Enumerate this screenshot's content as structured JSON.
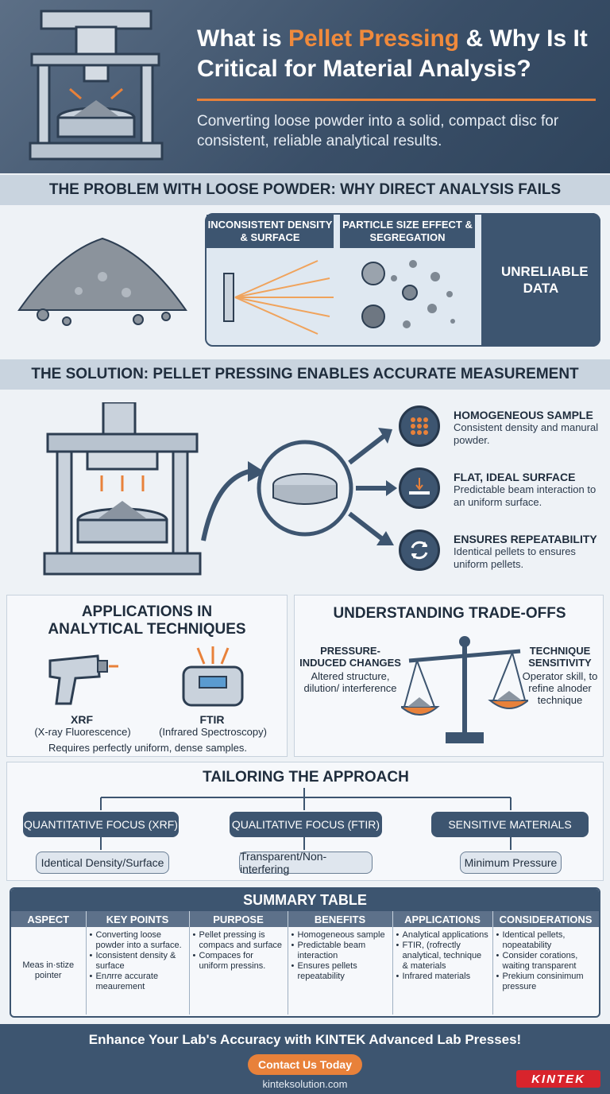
{
  "header": {
    "title_pre": "What is ",
    "title_highlight": "Pellet Pressing",
    "title_post": " & Why Is It Critical for Material Analysis?",
    "subtitle": "Converting loose powder into a solid, compact disc for consistent, reliable analytical results."
  },
  "problem": {
    "heading": "THE PROBLEM WITH LOOSE POWDER: WHY DIRECT ANALYSIS FAILS",
    "box1": "INCONSISTENT DENSITY & SURFACE",
    "box2": "PARTICLE SIZE EFFECT & SEGREGATION",
    "result": "UNRELIABLE DATA"
  },
  "solution": {
    "heading": "THE SOLUTION: PELLET PRESSING ENABLES ACCURATE MEASUREMENT",
    "features": [
      {
        "title": "HOMOGENEOUS SAMPLE",
        "desc": "Consistent density and manural powder."
      },
      {
        "title": "FLAT, IDEAL SURFACE",
        "desc": "Predictable beam interaction to an uniform surface."
      },
      {
        "title": "ENSURES REPEATABILITY",
        "desc": "Identical pellets to ensures uniform pellets."
      }
    ]
  },
  "applications": {
    "heading": "APPLICATIONS IN ANALYTICAL TECHNIQUES",
    "xrf_name": "XRF",
    "xrf_full": "(X-ray Fluorescence)",
    "ftir_name": "FTIR",
    "ftir_full": "(Infrared Spectroscopy)",
    "note": "Requires perfectly uniform, dense samples."
  },
  "tradeoffs": {
    "heading": "UNDERSTANDING TRADE-OFFS",
    "left_title": "PRESSURE-INDUCED CHANGES",
    "left_desc": "Altered structure, dilution/ interference",
    "right_title": "TECHNIQUE SENSITIVITY",
    "right_desc": "Operator skill, to refine alnoder technique"
  },
  "tailoring": {
    "heading": "TAILORING THE APPROACH",
    "branches": [
      {
        "focus": "QUANTITATIVE FOCUS (XRF)",
        "result": "Identical Density/Surface"
      },
      {
        "focus": "QUALITATIVE FOCUS (FTIR)",
        "result": "Transparent/Non-interfering"
      },
      {
        "focus": "SENSITIVE MATERIALS",
        "result": "Minimum Pressure"
      }
    ]
  },
  "summary": {
    "title": "SUMMARY TABLE",
    "headers": [
      "ASPECT",
      "KEY POINTS",
      "PURPOSE",
      "BENEFITS",
      "APPLICATIONS",
      "CONSIDERATIONS"
    ],
    "aspect": "Meas in·stize pointer",
    "key_points": [
      "Converting loose powder into a surface.",
      "Iconsistent density & surface",
      "Enлrre accurate meaurement"
    ],
    "purpose": [
      "Pellet pressing is compacs and surface",
      "Compaces for uniform pressins."
    ],
    "benefits": [
      "Homogeneous sample",
      "Predictable beam interaction",
      "Ensures pellets repeatability"
    ],
    "applications": [
      "Analytical applications",
      "FTIR, (rofrectly analytical, technique & materials",
      "Infrared materials"
    ],
    "considerations": [
      "Identical pellets, nopeatability",
      "Consider corations, waiting transparent",
      "Prekium consinimum pressure"
    ]
  },
  "footer": {
    "cta": "Enhance Your Lab's Accuracy with KINTEK Advanced Lab Presses!",
    "button": "Contact Us Today",
    "site": "kinteksolution.com",
    "logo": "KINTEK"
  }
}
